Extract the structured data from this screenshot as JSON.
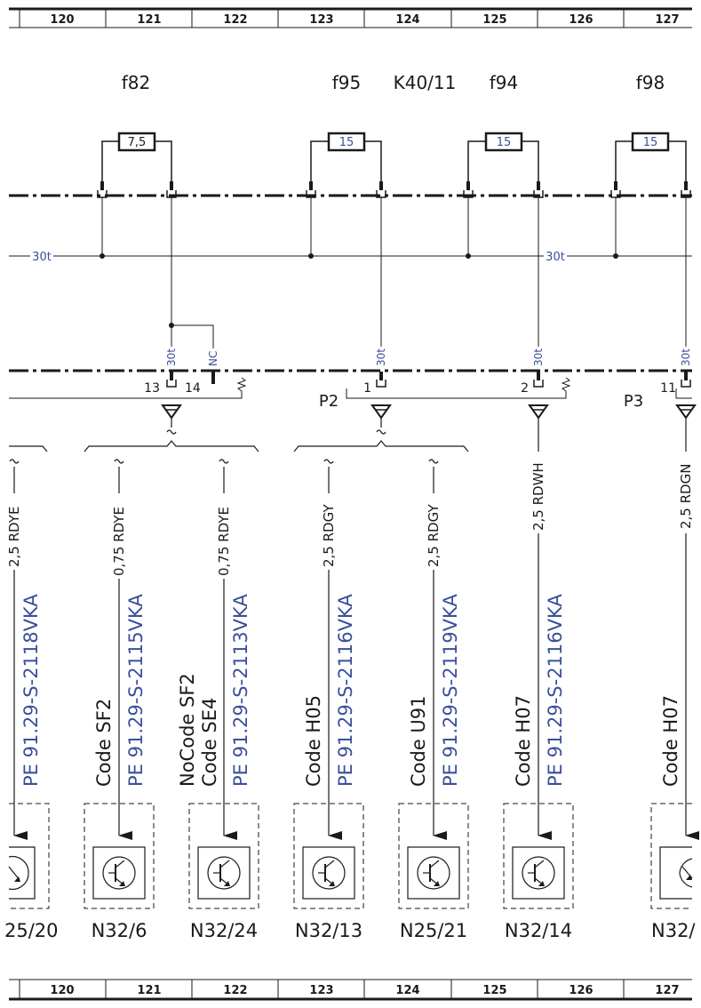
{
  "grid": {
    "top_cells": [
      "120",
      "121",
      "122",
      "123",
      "124",
      "125",
      "126",
      "127"
    ],
    "bottom_cells": [
      "120",
      "121",
      "122",
      "123",
      "124",
      "125",
      "126",
      "127"
    ]
  },
  "fuses": [
    {
      "id": "f82",
      "rating": "7,5"
    },
    {
      "id": "f95",
      "rating": "15"
    },
    {
      "id": "f94",
      "rating": "15"
    },
    {
      "id": "f98",
      "rating": "15"
    }
  ],
  "relay_label": "K40/11",
  "bus_labels": [
    "30t",
    "30t"
  ],
  "pin_labels": [
    "30t",
    "NC",
    "30t",
    "30t",
    "30t"
  ],
  "pin_numbers": [
    "13",
    "14",
    "1",
    "2",
    "11"
  ],
  "connector_names": [
    "P2",
    "P3"
  ],
  "wires": [
    {
      "spec": "2,5 RDYE",
      "part": "PE 91.29-S-2118VKA",
      "code": [],
      "component": "25/20"
    },
    {
      "spec": "0,75 RDYE",
      "part": "PE 91.29-S-2115VKA",
      "code": [
        "Code SF2"
      ],
      "component": "N32/6"
    },
    {
      "spec": "0,75 RDYE",
      "part": "PE 91.29-S-2113VKA",
      "code": [
        "NoCode SF2",
        "Code SE4"
      ],
      "component": "N32/24"
    },
    {
      "spec": "2,5 RDGY",
      "part": "PE 91.29-S-2116VKA",
      "code": [
        "Code H05"
      ],
      "component": "N32/13"
    },
    {
      "spec": "2,5 RDGY",
      "part": "PE 91.29-S-2119VKA",
      "code": [
        "Code U91"
      ],
      "component": "N25/21"
    },
    {
      "spec": "2,5 RDWH",
      "part": "PE 91.29-S-2116VKA",
      "code": [
        "Code H07"
      ],
      "component": "N32/14"
    },
    {
      "spec": "2,5 RDGN",
      "part": "",
      "code": [
        "Code H07"
      ],
      "component": "N32/"
    }
  ],
  "colors": {
    "ink": "#1a1a1a",
    "accent_blue": "#3a4f9a"
  }
}
